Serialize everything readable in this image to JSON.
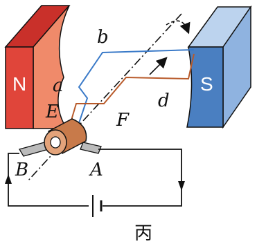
{
  "diagram": {
    "north_pole_label": "N",
    "south_pole_label": "S",
    "caption": "丙",
    "point_labels": {
      "a": "a",
      "b": "b",
      "d": "d",
      "E": "E",
      "F": "F",
      "A": "A",
      "B": "B"
    },
    "colors": {
      "north_magnet_front": "#e0453a",
      "north_magnet_top": "#c9302a",
      "north_magnet_face": "#f08a6a",
      "south_magnet_front": "#4a7fc1",
      "south_magnet_top": "#bcd3ee",
      "south_magnet_side": "#8fb3e0",
      "coil_side_blue": "#3a7ac8",
      "coil_side_brown": "#b85a2a",
      "commutator": "#c87a4a",
      "circuit_wire": "#111111"
    }
  }
}
